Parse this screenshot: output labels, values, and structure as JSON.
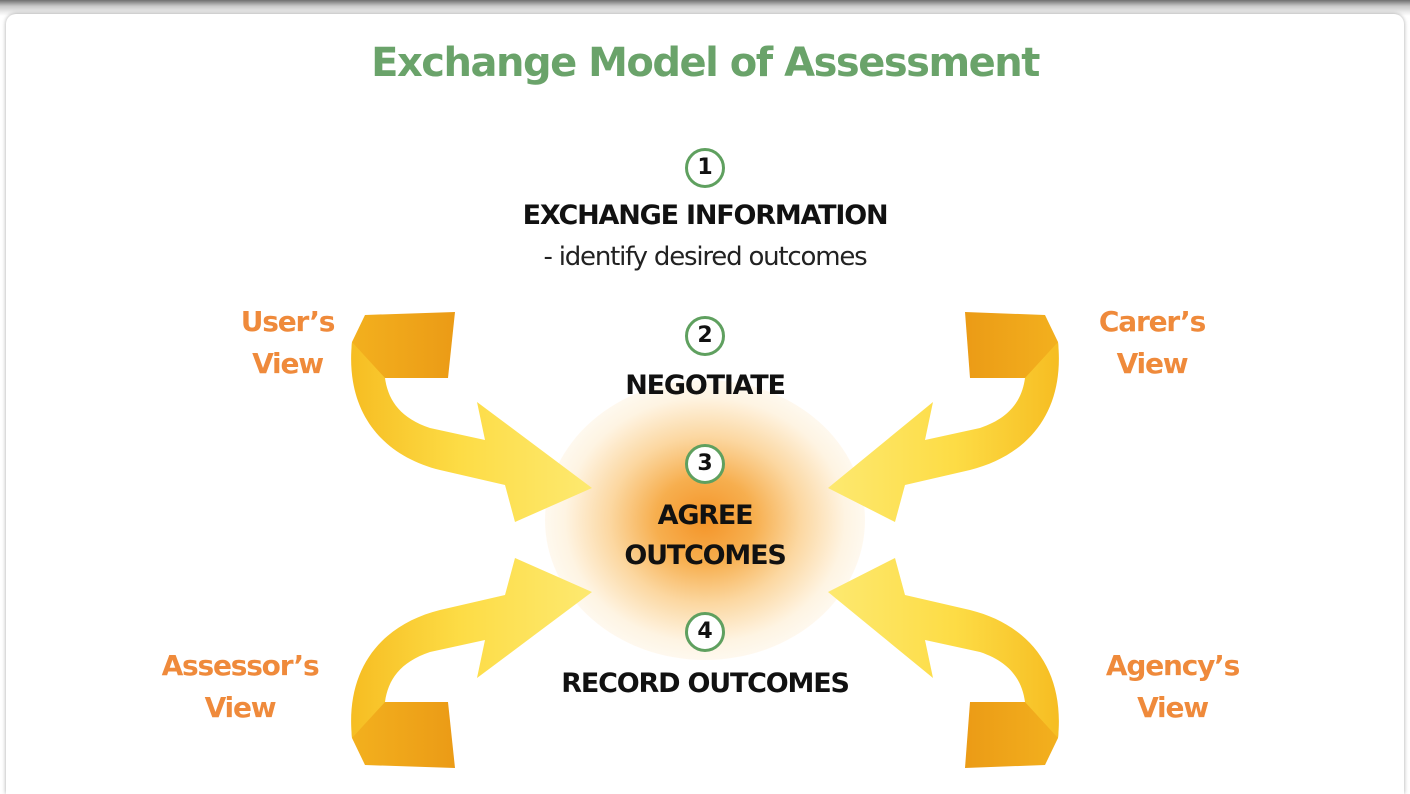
{
  "title": "Exchange Model of Assessment",
  "steps": [
    {
      "number": "1",
      "label": "EXCHANGE INFORMATION",
      "sub": "- identify desired outcomes"
    },
    {
      "number": "2",
      "label": "NEGOTIATE"
    },
    {
      "number": "3",
      "label_line1": "AGREE",
      "label_line2": "OUTCOMES"
    },
    {
      "number": "4",
      "label": "RECORD OUTCOMES"
    }
  ],
  "views": {
    "users": {
      "line1": "User’s",
      "line2": "View"
    },
    "carers": {
      "line1": "Carer’s",
      "line2": "View"
    },
    "assessors": {
      "line1": "Assessor’s",
      "line2": "View"
    },
    "agencys": {
      "line1": "Agency’s",
      "line2": "View"
    }
  },
  "colors": {
    "title": "#6aa36a",
    "step_circle": "#5fa05f",
    "view_label": "#ef8a3b",
    "arrow_light": "#fde04a",
    "arrow_mid": "#f8c41e",
    "arrow_dark": "#eea21b",
    "center_glow": "#f49428"
  }
}
